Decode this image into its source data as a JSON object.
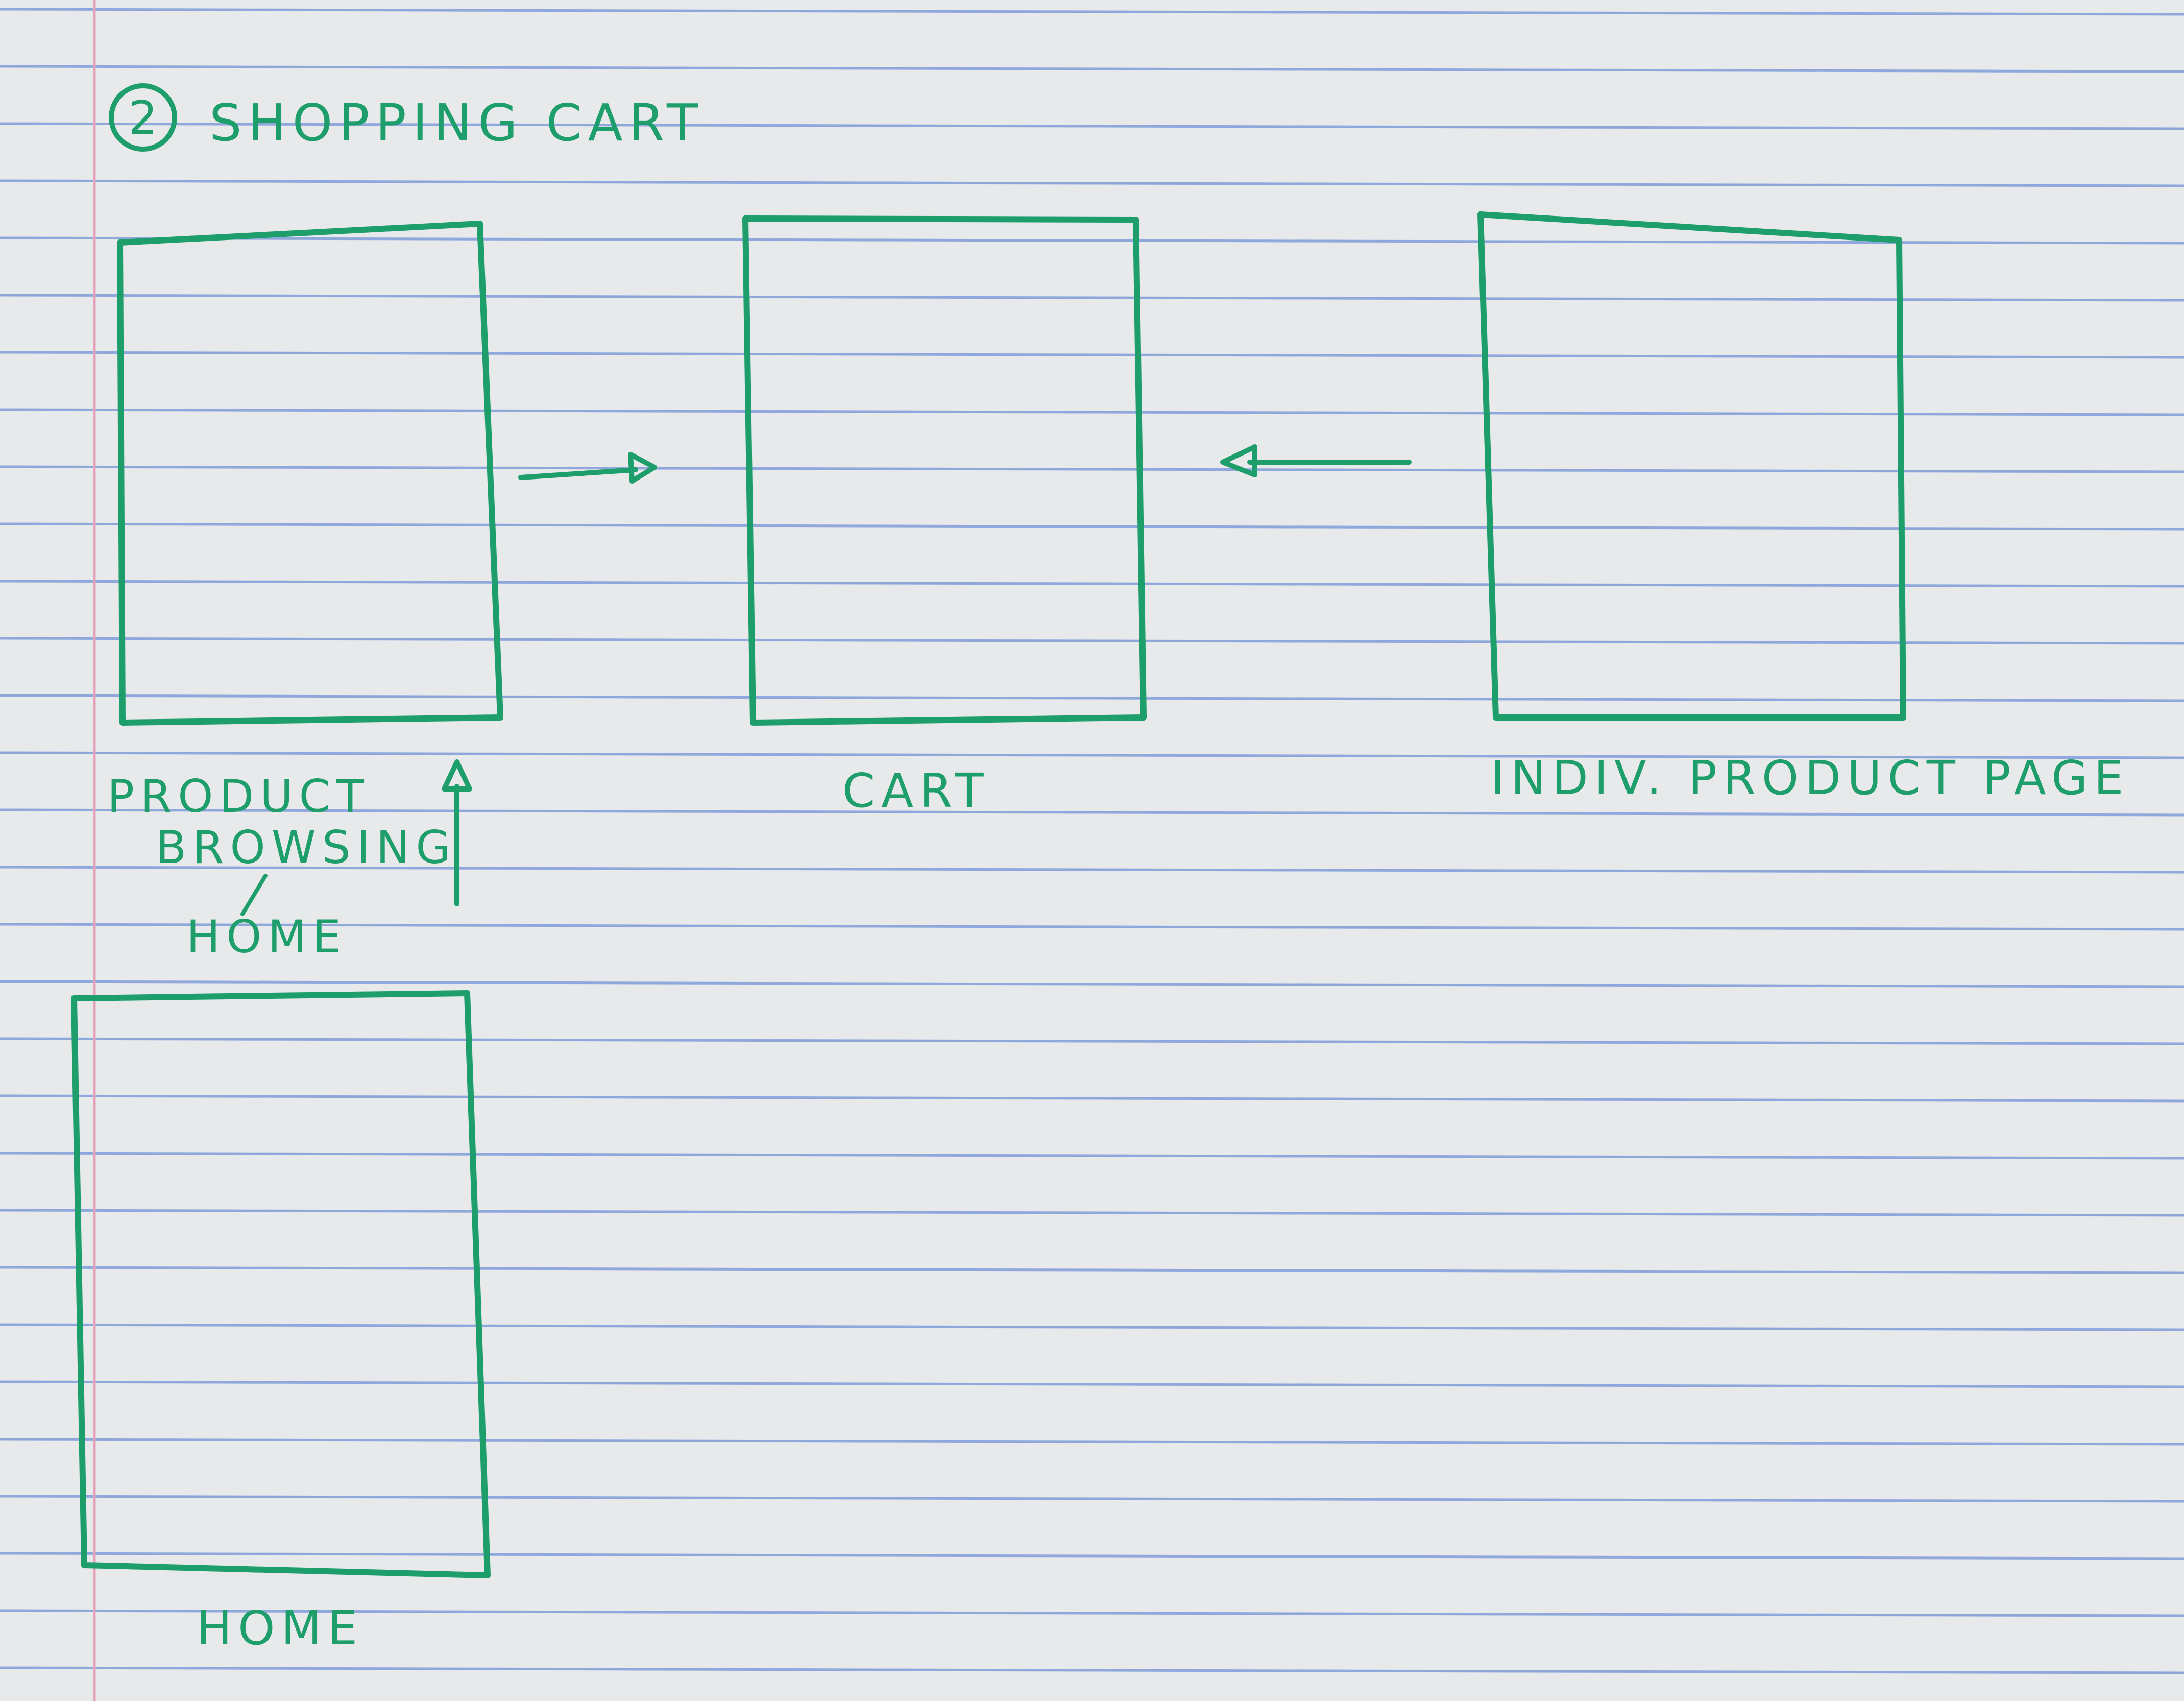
{
  "sheet": {
    "paper_color": "#e8e9eb",
    "rule_color": "#8fa8dc",
    "margin_color": "#e3a3b8",
    "ink_color": "#1d9e6b"
  },
  "title": {
    "number": "2",
    "text": "SHOPPING CART"
  },
  "screens": {
    "product_browsing": {
      "label_line1": "PRODUCT",
      "label_line2": "BROWSING",
      "label_line3": "HOME"
    },
    "cart": {
      "label": "CART"
    },
    "product_page": {
      "label": "INDIV. PRODUCT PAGE"
    },
    "home": {
      "label": "HOME"
    }
  },
  "flows": [
    {
      "from": "PRODUCT BROWSING / HOME",
      "to": "CART"
    },
    {
      "from": "INDIV. PRODUCT PAGE",
      "to": "CART"
    },
    {
      "from": "HOME",
      "to": "PRODUCT BROWSING / HOME"
    }
  ]
}
